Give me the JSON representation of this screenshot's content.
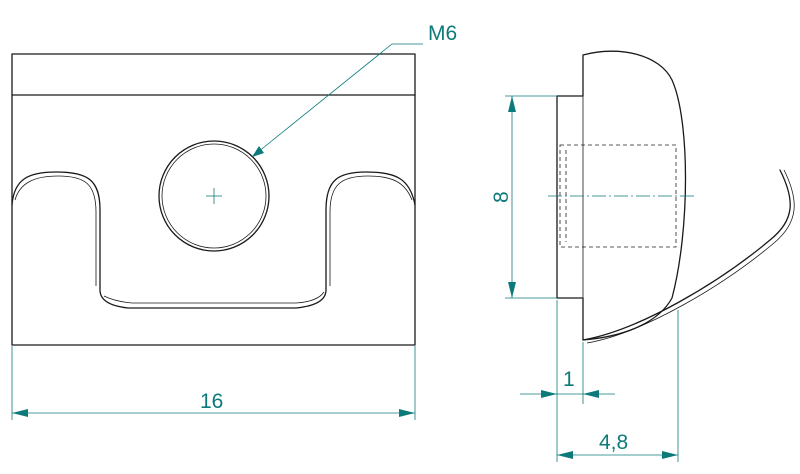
{
  "dimensions": {
    "thread_label": "M6",
    "width_label": "16",
    "height_label": "8",
    "step_label": "1",
    "depth_label": "4,8"
  },
  "colors": {
    "outline": "#1a1a1a",
    "dimension": "#0d7a7a",
    "background": "#ffffff"
  }
}
